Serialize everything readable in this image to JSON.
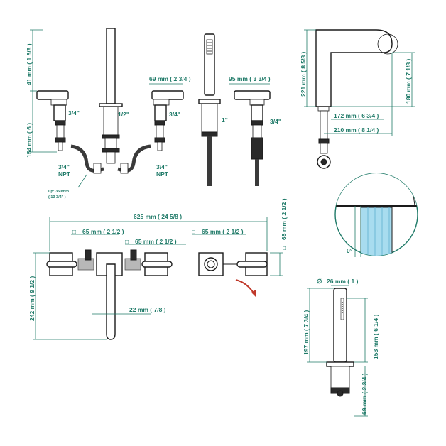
{
  "colors": {
    "dimension": "#1f7a68",
    "outline": "#1a1a1a",
    "detail_fill": "#a8dcef",
    "swing_arrow": "#c0392b"
  },
  "elevation": {
    "left_dim_top": "41 mm ( 1 5/8 )",
    "left_dim_bottom": "154 mm ( 6 )",
    "thread_handle_left": "3/4\"",
    "thread_spout": "1/2\"",
    "thread_handle_right": "3/4\"",
    "thread_diverter": "1\"",
    "thread_handshower": "3/4\"",
    "npt_left": "3/4\"\nNPT",
    "npt_left_a": "3/4\"",
    "npt_left_b": "NPT",
    "npt_right_a": "3/4\"",
    "npt_right_b": "NPT",
    "lp_label": "Lp: 350mm",
    "lp_label_in": "( 13 3/4\" )",
    "handle_right_dim": "69 mm ( 2 3/4 )",
    "diverter_dim": "95 mm ( 3 3/4 )"
  },
  "spout_side": {
    "height_total": "221 mm ( 8 5/8 )",
    "height_spout": "180 mm ( 7 1/8 )",
    "reach_inner": "172 mm ( 6 3/4 )",
    "reach_outer": "210 mm ( 8 1/4 )"
  },
  "detail": {
    "angle": "0°"
  },
  "plan": {
    "overall_width": "625 mm ( 24 5/8 )",
    "block_a": "65 mm ( 2 1/2 )",
    "block_b": "65 mm ( 2 1/2 )",
    "block_c": "65 mm ( 2 1/2 )",
    "right_height": "65 mm ( 2 1/2 )",
    "depth": "242 mm ( 9 1/2 )",
    "spout_width": "22 mm ( 7/8 )"
  },
  "handshower": {
    "diameter": "26 mm ( 1 )",
    "total_height": "197 mm ( 7 3/4 )",
    "wand_height": "158 mm ( 6 1/4 )",
    "base_height": "69 mm ( 2 3/4 )",
    "diameter_symbol": "∅",
    "square_symbol": "□"
  }
}
